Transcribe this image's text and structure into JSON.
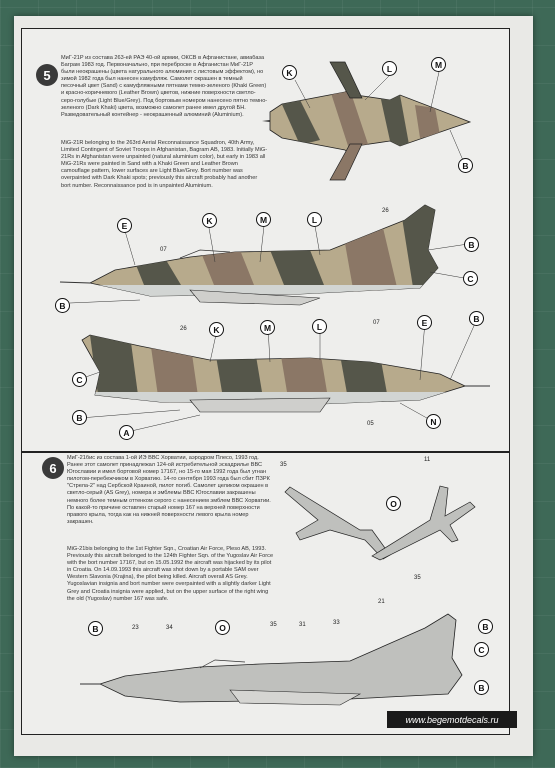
{
  "sections": [
    {
      "number": "5",
      "text_ru": "МиГ-21Р из состава 263-ей РАЭ 40-ой армии, ОКСВ в Афганистане, авиабаза Баграм 1983 год. Первоначально, при переброске в Афганистан МиГ-21Р были неокрашены (цвета натурального алюминия с листовым эффектом), но зимой 1982 года был нанесен камуфляж. Самолет окрашен в темный песочный цвет (Sand) с камуфляжными пятнами темно-зеленого (Khaki Green) и красно-коричневого (Leather Brown) цветов, нижние поверхности светло-серо-голубые (Light Blue/Grey). Под бортовым номером нанесено пятно темно-зеленого (Dark Khaki) цвета, возможно самолет ранее имел другой БН. Разведовательный контейнер - неокрашенный алюминий (Aluminium).",
      "text_en": "MiG-21R belonging to the 263rd Aerial Reconnaissance Squadron, 40th Army, Limited Contingent of Soviet Troops in Afghanistan, Bagram AB, 1983. Initially MiG-21Rs in Afghanistan were unpainted (natural aluminium color), but early in 1983 all MiG-21Rs were painted in Sand with a Khaki Green and Leather Brown camouflage pattern, lower surfaces are Light Blue/Grey. Bort number was overpainted with Dark Khaki spots; previously this aircraft probably had another bort number. Reconnaissance pod is in unpainted Aluminium."
    },
    {
      "number": "6",
      "text_ru": "МиГ-21бис из состава 1-ой ИЭ ВВС Хорватии, аэродром Плесо, 1993 год. Ранее этот самолет принадлежал 124-ой истребительной эскадрилье ВВС Югославии и имел бортовой номер 17167, но 15-го мая 1992 года был угнан пилотом-перебежчиком в Хорватию. 14-го сентября 1993 года был сбит ПЗРК \"Стрела-2\" над Сербской Краиной, пилот погиб. Самолет целиком окрашен в светло-серый (AS Grey), номера и эмблемы ВВС Югославии закрашены немного более темным оттенком серого с нанесением эмблем ВВС Хорватии. По какой-то причине оставлен старый номер 167 на верхней поверхности правого крыла, тогда как на нижней поверхности левого крыла номер закрашен.",
      "text_en": "MiG-21bis belonging to the 1st Fighter Sqn., Croatian Air Force, Pleso AB, 1993. Previously this aircraft belonged to the 124th Fighter Sqn. of the Yugoslav Air Force with the bort number 17167, but on 15.05.1992 the aircraft was hijacked by its pilot in Croatia. On 14.09.1993 this aircraft was shot down by a portable SAM over Western Slavonia (Krajina), the pilot being killed. Aircraft overall AS Grey. Yugoslavian insignia and bort number were overpainted with a slightly darker Light Grey and Croatia insignia were applied, but on the upper surface of the right wing the old (Yugoslav) number 167 was safe."
    }
  ],
  "callouts": {
    "s5_top": [
      "K",
      "L",
      "M",
      "B"
    ],
    "s5_side1": [
      "E",
      "K",
      "M",
      "L",
      "C",
      "B"
    ],
    "s5_side2": [
      "B",
      "K",
      "M",
      "L",
      "E",
      "B",
      "C",
      "B",
      "A",
      "N"
    ],
    "s6": [
      "O",
      "B",
      "B",
      "O",
      "C",
      "B"
    ]
  },
  "stencil_numbers": {
    "s5_top": [
      "26"
    ],
    "s5_side1": [
      "07"
    ],
    "s5_side2": [
      "26",
      "07",
      "05"
    ],
    "s6_plan": [
      "35",
      "11",
      "35"
    ],
    "s6_side": [
      "21",
      "23",
      "34",
      "35",
      "31",
      "33"
    ]
  },
  "website": "www.begemotdecals.ru",
  "colors": {
    "sand": "#b7aa8c",
    "khaki_green": "#55564a",
    "leather_brown": "#8b7766",
    "light_blue_grey": "#d2d5d3",
    "as_grey": "#bfc0bd"
  }
}
